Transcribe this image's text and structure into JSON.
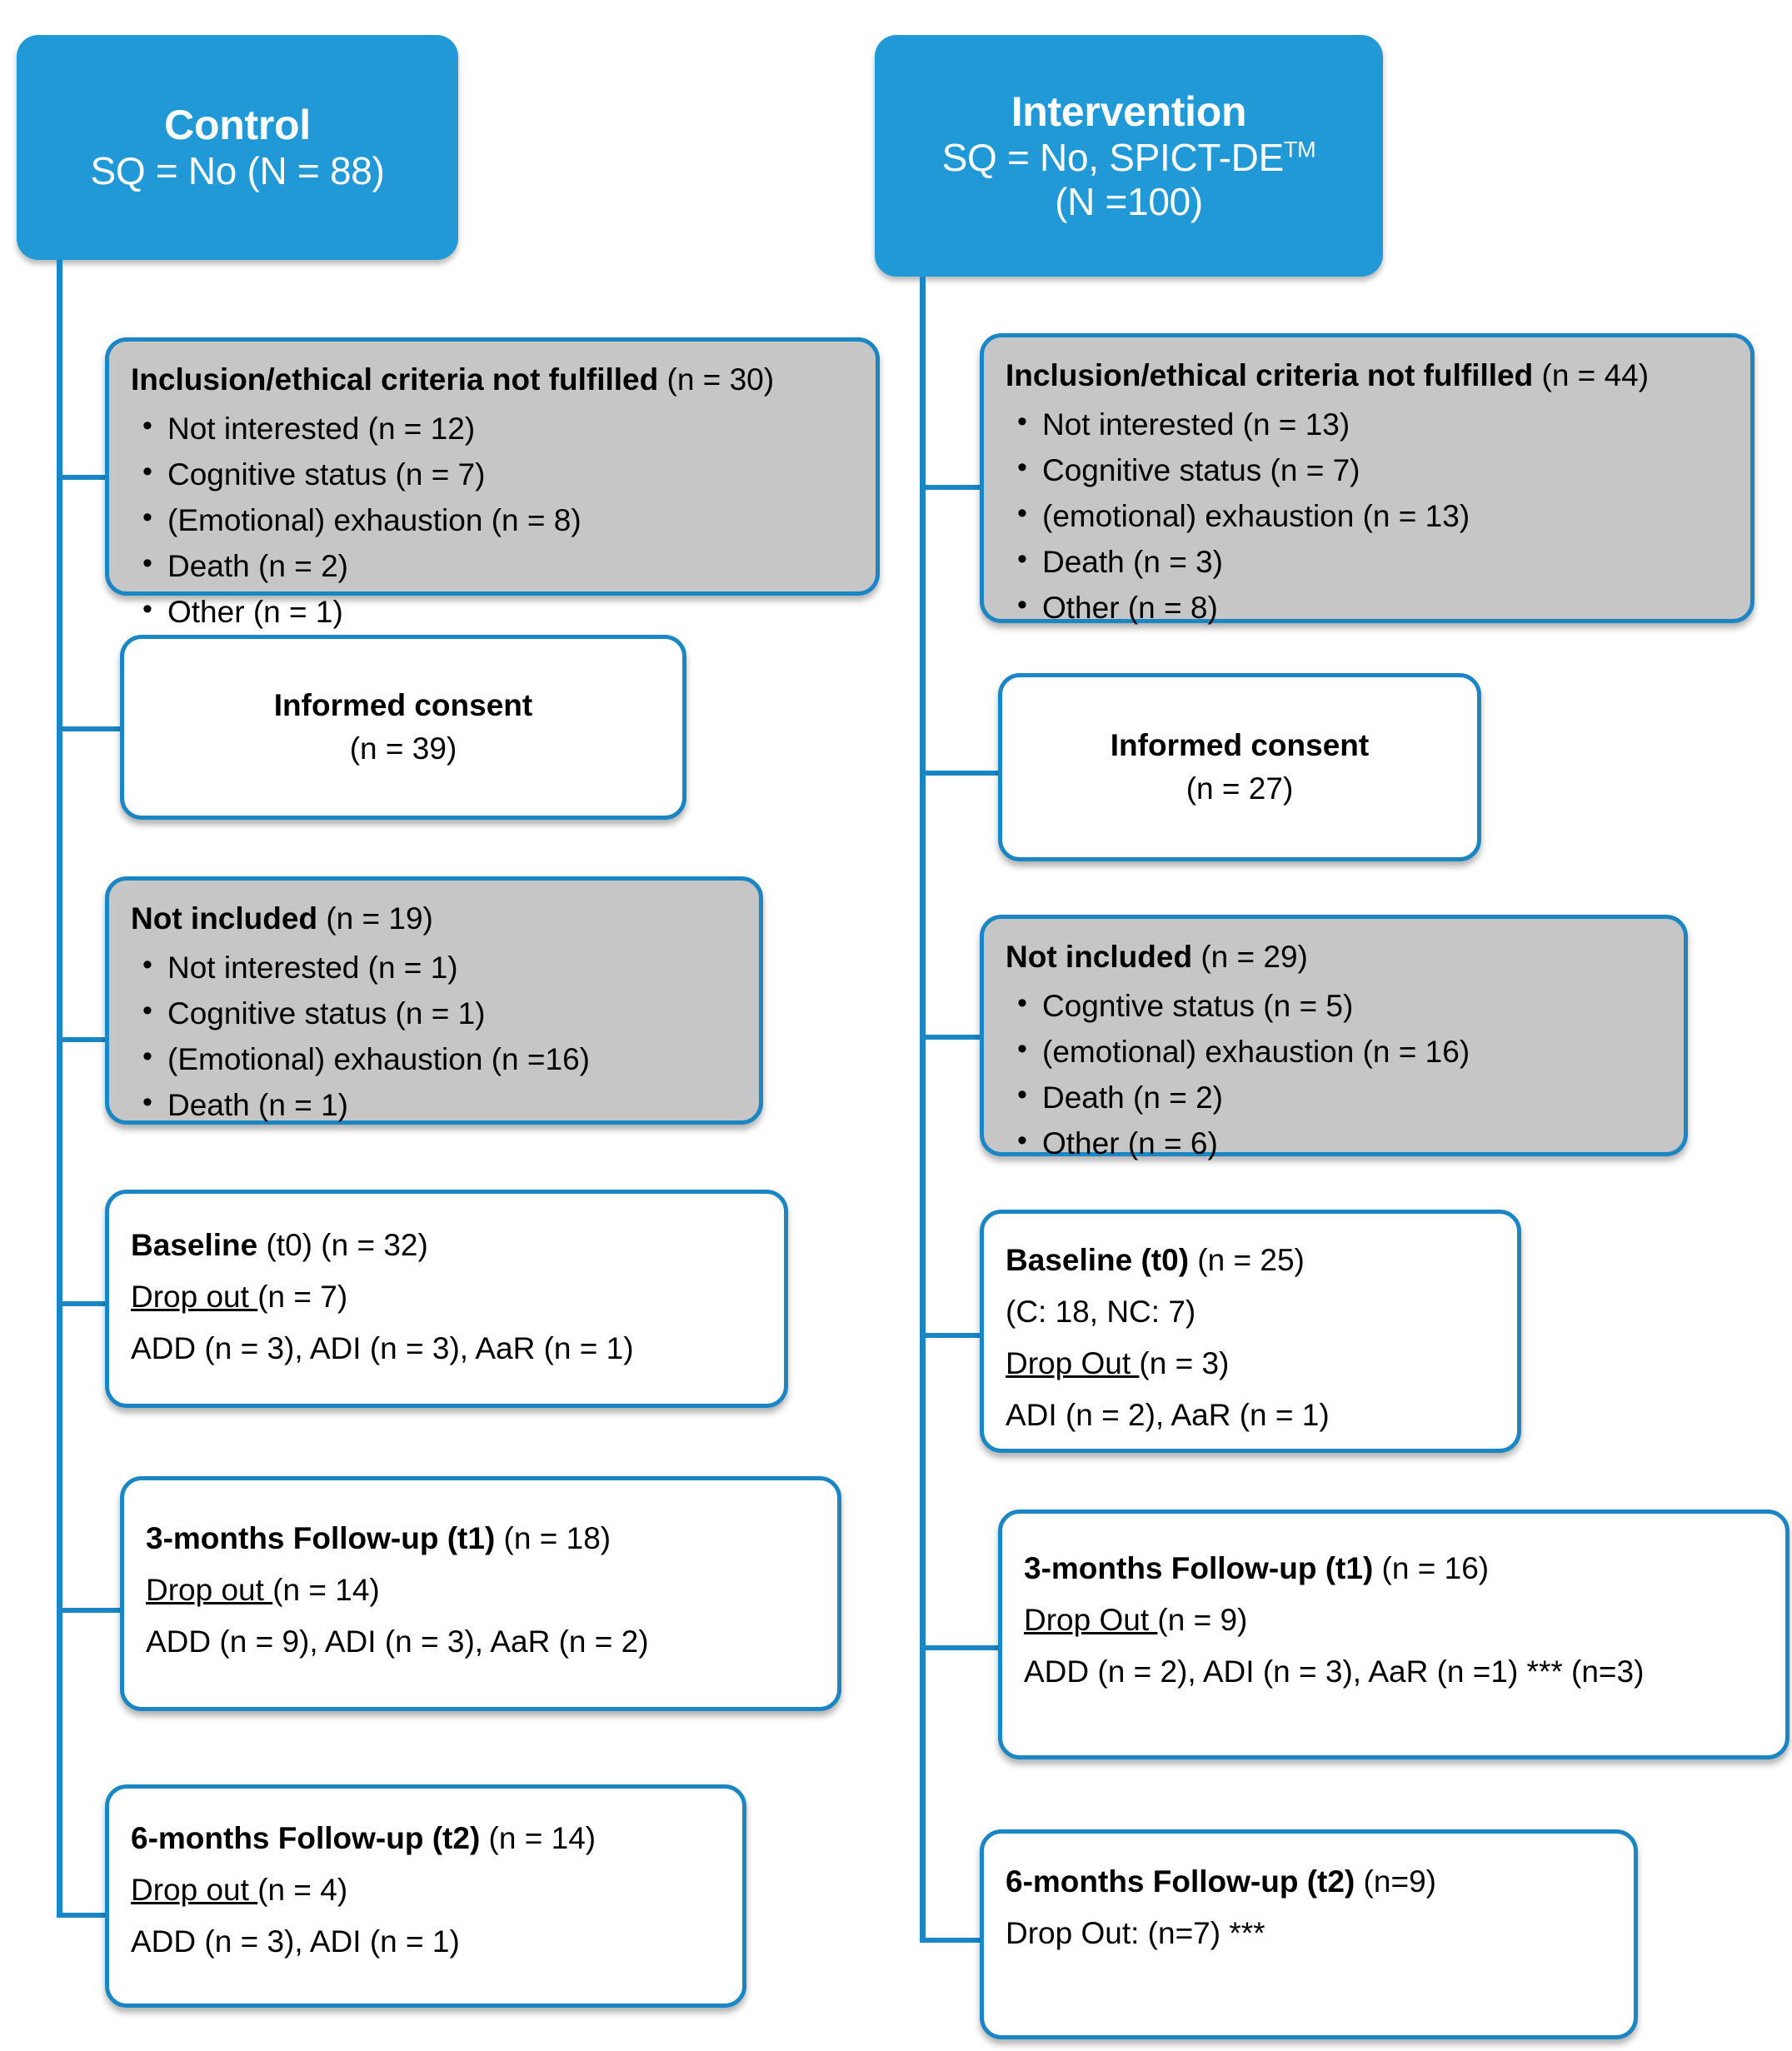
{
  "chart_data": {
    "type": "diagram",
    "title": "CONSORT-style participant flow diagram",
    "arms": [
      "Control",
      "Intervention"
    ]
  },
  "arms": {
    "control": {
      "title": "Control",
      "subtitle": "SQ = No (N = 88)",
      "steps": [
        {
          "key": "excluded1",
          "heading": "Inclusion/ethical criteria not fulfilled",
          "heading_count": "(n = 30)",
          "items": [
            "Not interested (n = 12)",
            "Cognitive status (n = 7)",
            "(Emotional) exhaustion (n = 8)",
            "Death (n = 2)",
            "Other (n = 1)"
          ]
        },
        {
          "key": "consent",
          "heading": "Informed consent",
          "count": "(n = 39)"
        },
        {
          "key": "excluded2",
          "heading": "Not included",
          "heading_count": "(n = 19)",
          "items": [
            "Not interested (n = 1)",
            "Cognitive status (n = 1)",
            "(Emotional) exhaustion (n =16)",
            "Death (n = 1)"
          ]
        },
        {
          "key": "baseline",
          "heading": "Baseline",
          "heading_rest": " (t0) (n = 32)",
          "dropout_label": "Drop out ",
          "dropout_count": "(n = 7)",
          "dropout_detail": "ADD (n = 3), ADI (n = 3), AaR (n = 1)"
        },
        {
          "key": "t1",
          "heading": "3-months Follow-up (t1)",
          "heading_rest": "  (n = 18)",
          "dropout_label": "Drop out ",
          "dropout_count": "(n = 14)",
          "dropout_detail": "ADD (n = 9), ADI   (n = 3), AaR  (n = 2)"
        },
        {
          "key": "t2",
          "heading": "6-months Follow-up (t2)",
          "heading_rest": " (n = 14)",
          "dropout_label": "Drop out ",
          "dropout_count": "(n = 4)",
          "dropout_detail": "ADD (n = 3), ADI (n = 1)"
        }
      ]
    },
    "intervention": {
      "title": "Intervention",
      "subtitle_line1": "SQ = No, SPICT-DE",
      "subtitle_sup": "TM",
      "subtitle_line2": "(N =100)",
      "steps": [
        {
          "key": "excluded1",
          "heading": "Inclusion/ethical criteria not fulfilled",
          "heading_count": "(n = 44)",
          "items": [
            "Not interested (n = 13)",
            "Cognitive status (n = 7)",
            "(emotional) exhaustion (n = 13)",
            "Death (n = 3)",
            "Other (n = 8)"
          ]
        },
        {
          "key": "consent",
          "heading": "Informed consent",
          "count": "(n = 27)"
        },
        {
          "key": "excluded2",
          "heading": "Not included",
          "heading_count": "(n = 29)",
          "items": [
            "Cogntive status (n = 5)",
            "(emotional) exhaustion (n = 16)",
            "Death (n = 2)",
            "Other (n = 6)"
          ]
        },
        {
          "key": "baseline",
          "heading": "Baseline (t0)",
          "heading_rest": " (n = 25)",
          "split": "(C: 18, NC: 7)",
          "dropout_label": "Drop Out ",
          "dropout_count": "(n = 3)",
          "dropout_detail": "ADI   (n = 2), AaR  (n = 1)"
        },
        {
          "key": "t1",
          "heading": "3-months Follow-up (t1)",
          "heading_rest": " (n = 16)",
          "dropout_label": "Drop Out ",
          "dropout_count": "(n = 9)",
          "dropout_detail": "ADD (n = 2), ADI (n = 3), AaR  (n =1) *** (n=3)"
        },
        {
          "key": "t2",
          "heading": "6-months Follow-up (t2)",
          "heading_rest": " (n=9)",
          "dropout_detail": "Drop Out: (n=7) ***"
        }
      ]
    }
  },
  "colors": {
    "accent": "#2099d6",
    "line": "#1b86c4",
    "gray_fill": "#c6c6c6",
    "header_text": "#ffffff"
  }
}
